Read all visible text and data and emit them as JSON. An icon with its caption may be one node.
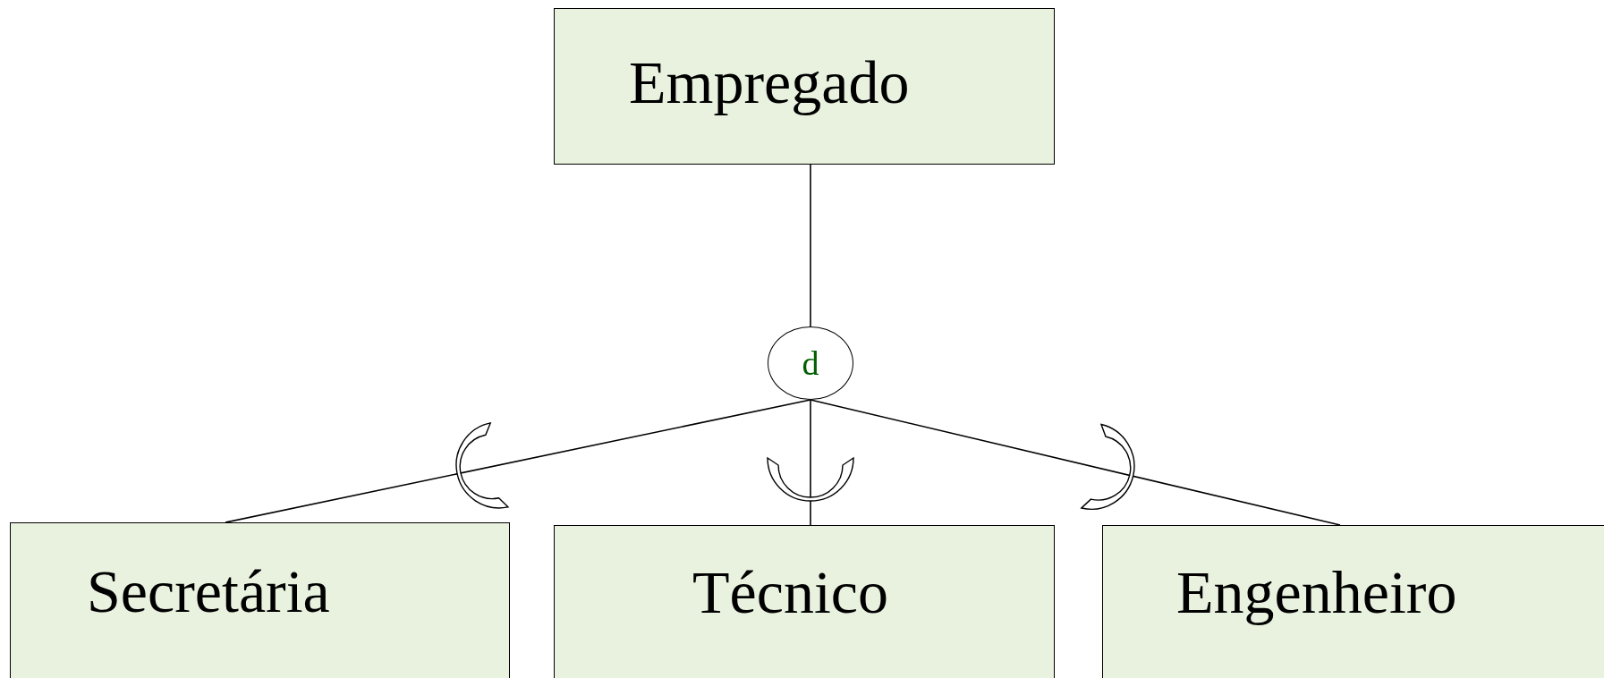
{
  "diagram": {
    "nodes": [
      {
        "text": [
          "Empregado"
        ]
      },
      {
        "text": [
          "d"
        ]
      },
      {
        "text": [
          "Secretária"
        ]
      },
      {
        "text": [
          "Técnico"
        ]
      },
      {
        "text": [
          "Engenheiro"
        ]
      }
    ],
    "edges": [
      {
        "from": 0,
        "to": 1,
        "arrow": "none"
      },
      {
        "from": 1,
        "to": 2,
        "arrow": "none"
      },
      {
        "from": 1,
        "to": 3,
        "arrow": "none"
      },
      {
        "from": 1,
        "to": 4,
        "arrow": "none"
      }
    ]
  }
}
